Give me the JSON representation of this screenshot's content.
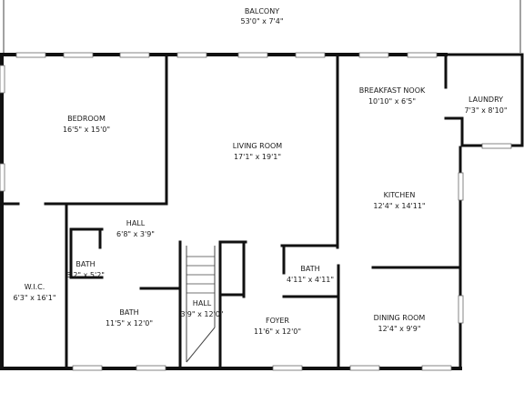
{
  "rooms": {
    "balcony": {
      "name": "BALCONY",
      "dims": "53'0\" x 7'4\""
    },
    "bedroom": {
      "name": "BEDROOM",
      "dims": "16'5\" x 15'0\""
    },
    "living_room": {
      "name": "LIVING ROOM",
      "dims": "17'1\" x 19'1\""
    },
    "breakfast_nook": {
      "name": "BREAKFAST NOOK",
      "dims": "10'10\" x 6'5\""
    },
    "laundry": {
      "name": "LAUNDRY",
      "dims": "7'3\" x 8'10\""
    },
    "kitchen": {
      "name": "KITCHEN",
      "dims": "12'4\" x 14'11\""
    },
    "hall_upper": {
      "name": "HALL",
      "dims": "6'8\" x 3'9\""
    },
    "bath_small": {
      "name": "BATH",
      "dims": "3'2\" x 5'2\""
    },
    "wic": {
      "name": "W.I.C.",
      "dims": "6'3\" x 16'1\""
    },
    "bath_main": {
      "name": "BATH",
      "dims": "11'5\" x 12'0\""
    },
    "hall_lower": {
      "name": "HALL",
      "dims": "3'9\" x 12'0\""
    },
    "foyer": {
      "name": "FOYER",
      "dims": "11'6\" x 12'0\""
    },
    "bath_right": {
      "name": "BATH",
      "dims": "4'11\" x 4'11\""
    },
    "dining_room": {
      "name": "DINING ROOM",
      "dims": "12'4\" x 9'9\""
    }
  }
}
